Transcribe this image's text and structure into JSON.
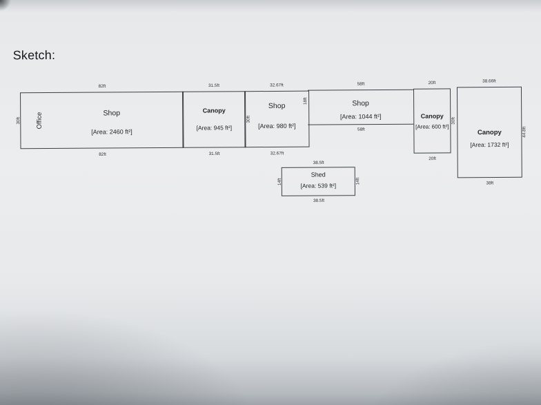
{
  "title": "Sketch:",
  "colors": {
    "background": "#e8eaec",
    "line": "#3b3f45",
    "text": "#1d2126"
  },
  "buildings": [
    {
      "id": "office-shop",
      "side_label": "Office",
      "name": "Shop",
      "area": "[Area: 2460 ft²]",
      "dim_top": "82ft",
      "dim_bottom": "82ft",
      "dim_left": "30ft"
    },
    {
      "id": "canopy-945",
      "name": "Canopy",
      "area": "[Area: 945 ft²]",
      "dim_top": "31.5ft",
      "dim_bottom": "31.5ft",
      "dim_right": "30ft"
    },
    {
      "id": "shop-980",
      "name": "Shop",
      "area": "[Area: 980 ft²]",
      "dim_top": "32.67ft",
      "dim_bottom": "32.67ft"
    },
    {
      "id": "shop-1044",
      "name": "Shop",
      "area": "[Area: 1044 ft²]",
      "dim_top": "58ft",
      "dim_bottom": "58ft",
      "dim_left": "18ft"
    },
    {
      "id": "canopy-600",
      "name": "Canopy",
      "area": "[Area: 600 ft²]",
      "dim_top": "20ft",
      "dim_bottom": "20ft",
      "dim_right": "30ft"
    },
    {
      "id": "canopy-1732",
      "name": "Canopy",
      "area": "[Area: 1732 ft²]",
      "dim_top": "38.66ft",
      "dim_bottom": "38ft",
      "dim_right": "44.8ft"
    },
    {
      "id": "shed",
      "name": "Shed",
      "area": "[Area: 539 ft²]",
      "dim_top": "38.5ft",
      "dim_bottom": "38.5ft",
      "dim_left": "14ft",
      "dim_right": "14ft"
    }
  ]
}
